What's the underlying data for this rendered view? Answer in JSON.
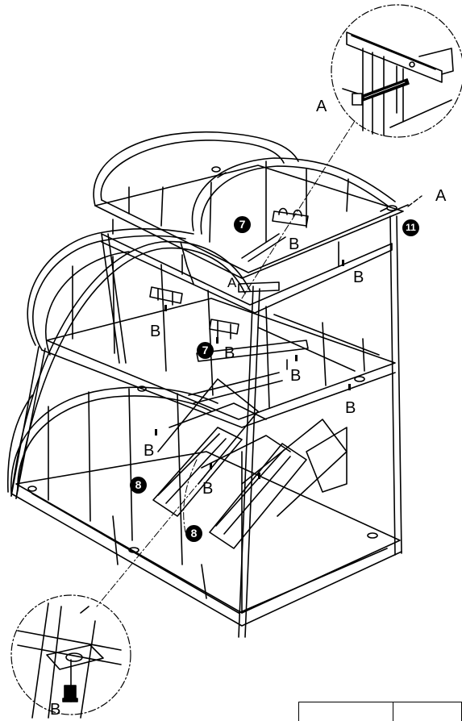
{
  "labels": {
    "a": "A",
    "b": "B"
  },
  "parts": {
    "p7": "7",
    "p8": "8",
    "p11": "11"
  }
}
